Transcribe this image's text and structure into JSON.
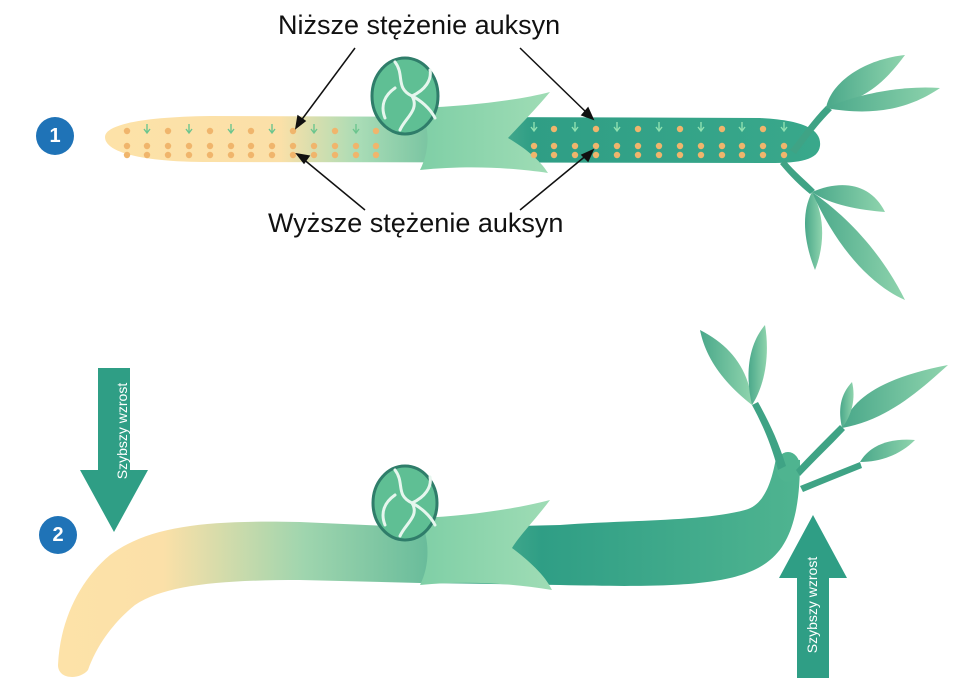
{
  "labels": {
    "lower_concentration": "Niższe stężenie auksyn",
    "higher_concentration": "Wyższe stężenie auksyn"
  },
  "stages": [
    {
      "number": "1"
    },
    {
      "number": "2"
    }
  ],
  "growth_arrows": {
    "left_label": "Szybszy wzrost",
    "right_label": "Szybszy wzrost"
  },
  "colors": {
    "dark_green": "#2f9e85",
    "mid_green": "#5fbf94",
    "light_green": "#9fdcb5",
    "pale_yellow": "#fde2a8",
    "auxin_dot": "#f0b56c",
    "badge_blue": "#1f73b7"
  }
}
